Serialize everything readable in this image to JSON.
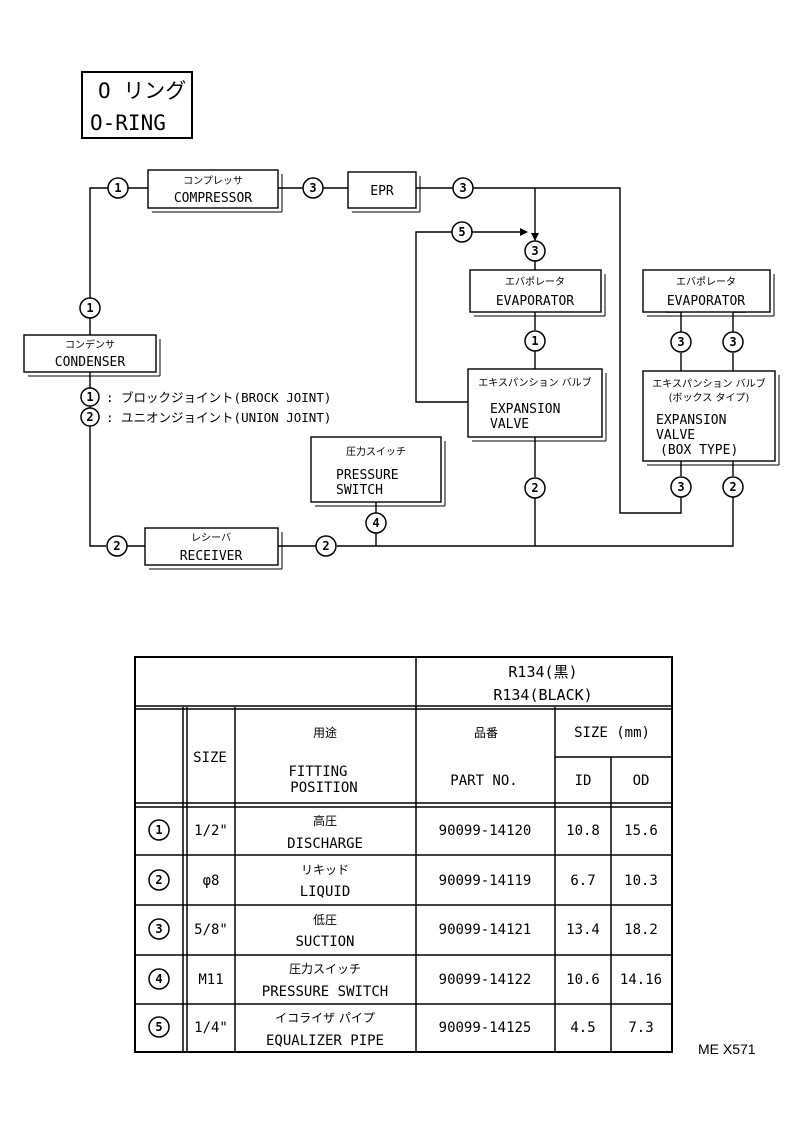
{
  "title": {
    "jp": "O リング",
    "en": "O-RING"
  },
  "components": {
    "compressor": {
      "jp": "コンプレッサ",
      "en": "COMPRESSOR"
    },
    "epr": {
      "en": "EPR"
    },
    "condenser": {
      "jp": "コンデンサ",
      "en": "CONDENSER"
    },
    "evaporator1": {
      "jp": "エバポレータ",
      "en": "EVAPORATOR"
    },
    "evaporator2": {
      "jp": "エバポレータ",
      "en": "EVAPORATOR"
    },
    "expansion1": {
      "jp": "エキスパンション バルブ",
      "en1": "EXPANSION",
      "en2": "VALVE"
    },
    "expansion2": {
      "jp1": "エキスパンション バルブ",
      "jp2": "(ボックス タイプ)",
      "en1": "EXPANSION",
      "en2": "VALVE",
      "en3": "(BOX TYPE)"
    },
    "pressure_switch": {
      "jp": "圧力スイッチ",
      "en1": "PRESSURE",
      "en2": "SWITCH"
    },
    "receiver": {
      "jp": "レシーバ",
      "en": "RECEIVER"
    }
  },
  "legend": [
    {
      "num": "1",
      "text": ": ブロックジョイント(BROCK JOINT)"
    },
    {
      "num": "2",
      "text": ": ユニオンジョイント(UNION JOINT)"
    }
  ],
  "table": {
    "refrigerant_jp": "R134(黒)",
    "refrigerant_en": "R134(BLACK)",
    "headers": {
      "size": "SIZE",
      "fitting_jp": "用途",
      "fitting_en1": "FITTING",
      "fitting_en2": "POSITION",
      "part_jp": "品番",
      "part_en": "PART NO.",
      "size_mm": "SIZE (mm)",
      "id": "ID",
      "od": "OD"
    },
    "rows": [
      {
        "num": "1",
        "size": "1/2\"",
        "jp": "高圧",
        "en": "DISCHARGE",
        "part": "90099-14120",
        "id": "10.8",
        "od": "15.6"
      },
      {
        "num": "2",
        "size": "φ8",
        "jp": "リキッド",
        "en": "LIQUID",
        "part": "90099-14119",
        "id": "6.7",
        "od": "10.3"
      },
      {
        "num": "3",
        "size": "5/8\"",
        "jp": "低圧",
        "en": "SUCTION",
        "part": "90099-14121",
        "id": "13.4",
        "od": "18.2"
      },
      {
        "num": "4",
        "size": "M11",
        "jp": "圧力スイッチ",
        "en": "PRESSURE SWITCH",
        "part": "90099-14122",
        "id": "10.6",
        "od": "14.16"
      },
      {
        "num": "5",
        "size": "1/4\"",
        "jp": "イコライザ パイプ",
        "en": "EQUALIZER PIPE",
        "part": "90099-14125",
        "id": "4.5",
        "od": "7.3"
      }
    ]
  },
  "figure_code": "ME X571"
}
